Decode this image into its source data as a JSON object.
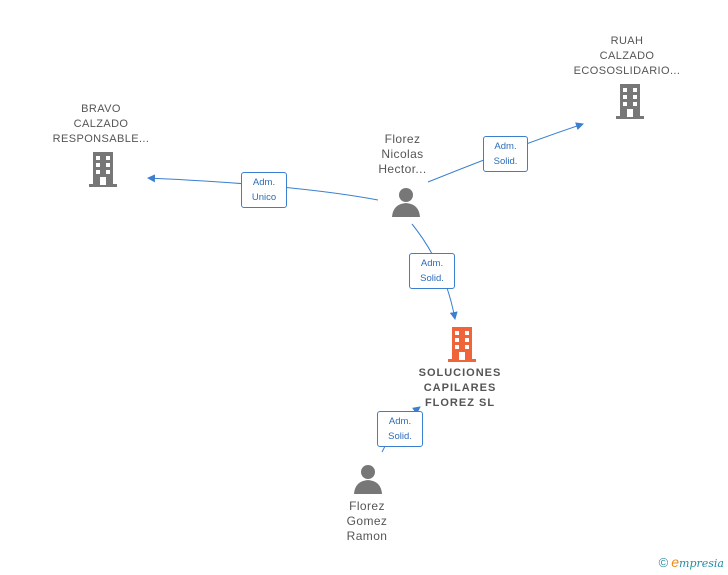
{
  "nodes": {
    "bravo": {
      "label": "BRAVO\nCALZADO\nRESPONSABLE..."
    },
    "ruah": {
      "label": "RUAH\nCALZADO\nECOSOSLIDARIO..."
    },
    "florez_nicolas": {
      "label": "Florez\nNicolas\nHector..."
    },
    "soluciones": {
      "label": "SOLUCIONES\nCAPILARES\nFLOREZ  SL"
    },
    "florez_gomez": {
      "label": "Florez\nGomez\nRamon"
    }
  },
  "edges": {
    "to_bravo": {
      "label": "Adm.\nUnico"
    },
    "to_ruah": {
      "label": "Adm.\nSolid."
    },
    "nicolas_to_soluciones": {
      "label": "Adm.\nSolid."
    },
    "gomez_to_soluciones": {
      "label": "Adm.\nSolid."
    }
  },
  "colors": {
    "company": "#777777",
    "focus_company": "#f0643a",
    "person": "#777777",
    "edge": "#3a7fd0"
  },
  "footer": {
    "copyright": "©",
    "brand_initial": "e",
    "brand_rest": "mpresia"
  }
}
